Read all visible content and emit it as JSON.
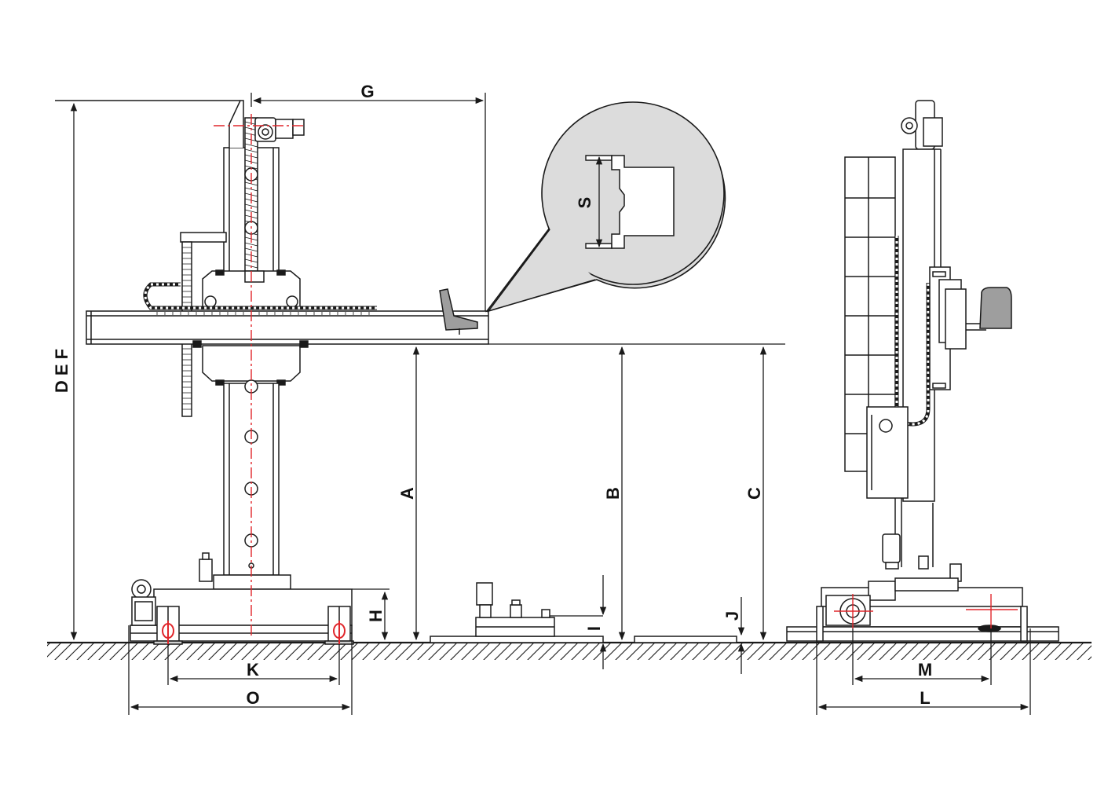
{
  "labels": {
    "A": "A",
    "B": "B",
    "C": "C",
    "DEF": "D E F",
    "G": "G",
    "H": "H",
    "I": "I",
    "J": "J",
    "K": "K",
    "L": "L",
    "M": "M",
    "O": "O",
    "S": "S"
  },
  "colors": {
    "line": "#1a1a1a",
    "centerline": "#e0262b",
    "callout_fill": "#dcdcdc",
    "chair_fill": "#9e9e9e",
    "pad_fill": "#cfcfcf"
  }
}
